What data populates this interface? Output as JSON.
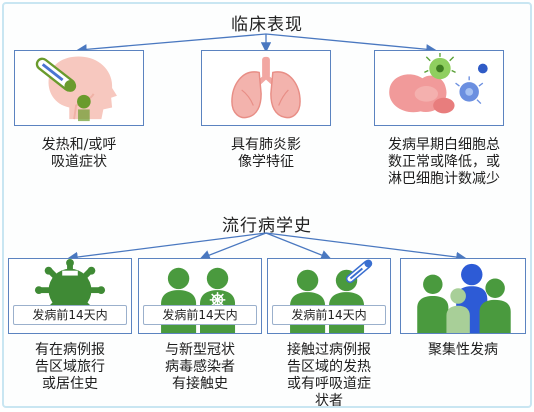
{
  "clinical": {
    "title": "临床表现",
    "items": [
      {
        "icon": "fever-head-icon",
        "caption_lines": [
          "发热和/或呼",
          "吸道症状"
        ]
      },
      {
        "icon": "lungs-icon",
        "caption_lines": [
          "具有肺炎影",
          "像学特征"
        ]
      },
      {
        "icon": "blood-cells-icon",
        "caption_lines": [
          "发病早期白细胞总",
          "数正常或降低，或",
          "淋巴细胞计数减少"
        ]
      }
    ]
  },
  "epidemiology": {
    "title": "流行病学史",
    "items": [
      {
        "icon": "virus-icon",
        "tag": "发病前14天内",
        "caption_lines": [
          "有在病例报",
          "告区域旅行",
          "或居住史"
        ]
      },
      {
        "icon": "people-virus-icon",
        "tag": "发病前14天内",
        "caption_lines": [
          "与新型冠状",
          "病毒感染者",
          "有接触史"
        ]
      },
      {
        "icon": "people-thermometer-icon",
        "tag": "发病前14天内",
        "caption_lines": [
          "接触过病例报",
          "告区域的发热",
          "或有呼吸道症",
          "状者"
        ]
      },
      {
        "icon": "cluster-people-icon",
        "caption_lines": [
          "聚集性发病"
        ]
      }
    ]
  },
  "colors": {
    "box_border": "#5b83c0",
    "connector": "#4a78c0",
    "person_green": "#4a9a3e",
    "person_blue": "#2d5bd6",
    "lung_pink": "#ef9a9a"
  }
}
